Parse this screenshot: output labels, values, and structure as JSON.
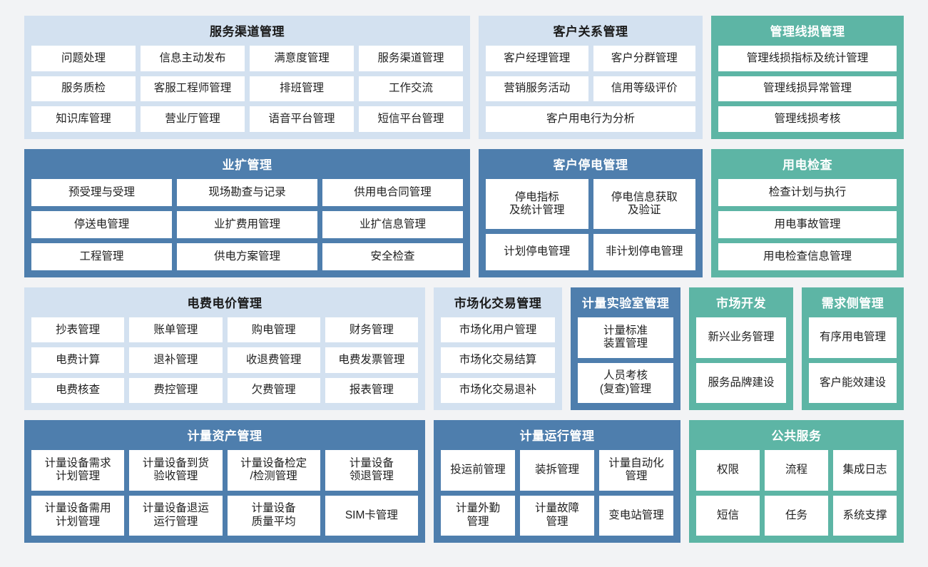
{
  "colors": {
    "page_background": "#F2F3F5",
    "light_panel": "#D3E1F0",
    "blue_panel": "#4E7EAD",
    "green_panel": "#5DB5A5",
    "tile": "#FFFFFF"
  },
  "rows": [
    {
      "panels": [
        {
          "id": "service",
          "title": "服务渠道管理",
          "style": "light",
          "tiles": [
            "问题处理",
            "信息主动发布",
            "满意度管理",
            "服务渠道管理",
            "服务质检",
            "客服工程师管理",
            "排班管理",
            "工作交流",
            "知识库管理",
            "营业厅管理",
            "语音平台管理",
            "短信平台管理"
          ]
        },
        {
          "id": "crm",
          "title": "客户关系管理",
          "style": "light",
          "tiles": [
            "客户经理管理",
            "客户分群管理",
            "营销服务活动",
            "信用等级评价",
            "客户用电行为分析"
          ]
        },
        {
          "id": "lineloss",
          "title": "管理线损管理",
          "style": "green",
          "tiles": [
            "管理线损指标及统计管理",
            "管理线损异常管理",
            "管理线损考核"
          ]
        }
      ]
    },
    {
      "panels": [
        {
          "id": "yekuo",
          "title": "业扩管理",
          "style": "blue",
          "tiles": [
            "预受理与受理",
            "现场勘查与记录",
            "供用电合同管理",
            "停送电管理",
            "业扩费用管理",
            "业扩信息管理",
            "工程管理",
            "供电方案管理",
            "安全检查"
          ]
        },
        {
          "id": "outage",
          "title": "客户停电管理",
          "style": "blue",
          "tiles": [
            "停电指标\n及统计管理",
            "停电信息获取\n及验证",
            "计划停电管理",
            "非计划停电管理"
          ]
        },
        {
          "id": "inspect",
          "title": "用电检查",
          "style": "green",
          "tiles": [
            "检查计划与执行",
            "用电事故管理",
            "用电检查信息管理"
          ]
        }
      ]
    },
    {
      "panels": [
        {
          "id": "tariff",
          "title": "电费电价管理",
          "style": "light",
          "tiles": [
            "抄表管理",
            "账单管理",
            "购电管理",
            "财务管理",
            "电费计算",
            "退补管理",
            "收退费管理",
            "电费发票管理",
            "电费核查",
            "费控管理",
            "欠费管理",
            "报表管理"
          ]
        },
        {
          "id": "market",
          "title": "市场化交易管理",
          "style": "light",
          "tiles": [
            "市场化用户管理",
            "市场化交易结算",
            "市场化交易退补"
          ]
        },
        {
          "id": "lab",
          "title": "计量实验室管理",
          "style": "blue",
          "tiles": [
            "计量标准\n装置管理",
            "人员考核\n(复查)管理"
          ]
        },
        {
          "id": "mktdev",
          "title": "市场开发",
          "style": "green",
          "tiles": [
            "新兴业务管理",
            "服务品牌建设"
          ]
        },
        {
          "id": "demand",
          "title": "需求侧管理",
          "style": "green",
          "tiles": [
            "有序用电管理",
            "客户能效建设"
          ]
        }
      ]
    },
    {
      "panels": [
        {
          "id": "asset",
          "title": "计量资产管理",
          "style": "blue",
          "tiles": [
            "计量设备需求\n计划管理",
            "计量设备到货\n验收管理",
            "计量设备检定\n/检测管理",
            "计量设备\n领退管理",
            "计量设备需用\n计划管理",
            "计量设备退运\n运行管理",
            "计量设备\n质量平均",
            "SIM卡管理"
          ]
        },
        {
          "id": "meterops",
          "title": "计量运行管理",
          "style": "blue",
          "tiles": [
            "投运前管理",
            "装拆管理",
            "计量自动化\n管理",
            "计量外勤\n管理",
            "计量故障\n管理",
            "变电站管理"
          ]
        },
        {
          "id": "public",
          "title": "公共服务",
          "style": "green",
          "tiles": [
            "权限",
            "流程",
            "集成日志",
            "短信",
            "任务",
            "系统支撑"
          ]
        }
      ]
    }
  ]
}
